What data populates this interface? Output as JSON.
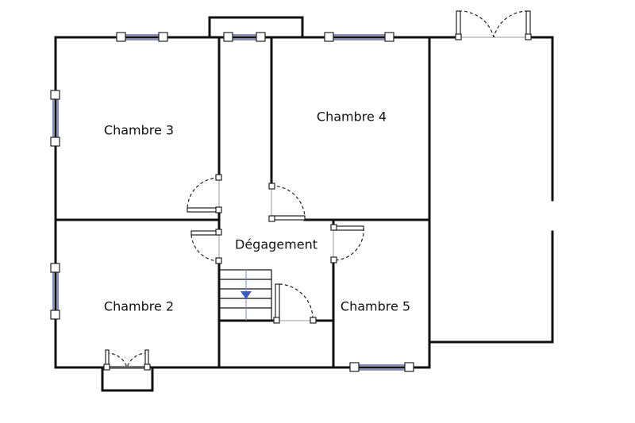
{
  "plan": {
    "rooms": {
      "chambre_3": "Chambre 3",
      "chambre_4": "Chambre 4",
      "degagement": "Dégagement",
      "chambre_2": "Chambre 2",
      "chambre_5": "Chambre 5"
    },
    "colors": {
      "wall": "#111111",
      "window_glass": "#5a6ab0",
      "stair_arrow": "#3b5bc4"
    }
  }
}
